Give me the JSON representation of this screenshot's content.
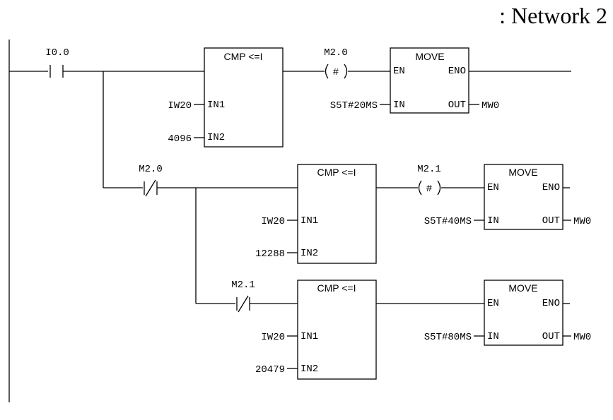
{
  "header": {
    "title": ": Network 2"
  },
  "contacts": [
    {
      "id": "c1",
      "label": "I0.0",
      "kind": "NO"
    },
    {
      "id": "c2",
      "label": "M2.0",
      "kind": "NC"
    },
    {
      "id": "c3",
      "label": "M2.1",
      "kind": "NC"
    }
  ],
  "coils": [
    {
      "id": "k1",
      "label": "M2.0",
      "symbol": "#"
    },
    {
      "id": "k2",
      "label": "M2.1",
      "symbol": "#"
    }
  ],
  "compare_blocks": [
    {
      "id": "cmp1",
      "title": "CMP <=I",
      "in1_label": "IN1",
      "in2_label": "IN2",
      "in1": "IW20",
      "in2": "4096"
    },
    {
      "id": "cmp2",
      "title": "CMP <=I",
      "in1_label": "IN1",
      "in2_label": "IN2",
      "in1": "IW20",
      "in2": "12288"
    },
    {
      "id": "cmp3",
      "title": "CMP <=I",
      "in1_label": "IN1",
      "in2_label": "IN2",
      "in1": "IW20",
      "in2": "20479"
    }
  ],
  "move_blocks": [
    {
      "id": "mv1",
      "title": "MOVE",
      "en": "EN",
      "eno": "ENO",
      "in_label": "IN",
      "out_label": "OUT",
      "in": "S5T#20MS",
      "out": "MW0"
    },
    {
      "id": "mv2",
      "title": "MOVE",
      "en": "EN",
      "eno": "ENO",
      "in_label": "IN",
      "out_label": "OUT",
      "in": "S5T#40MS",
      "out": "MW0"
    },
    {
      "id": "mv3",
      "title": "MOVE",
      "en": "EN",
      "eno": "ENO",
      "in_label": "IN",
      "out_label": "OUT",
      "in": "S5T#80MS",
      "out": "MW0"
    }
  ]
}
